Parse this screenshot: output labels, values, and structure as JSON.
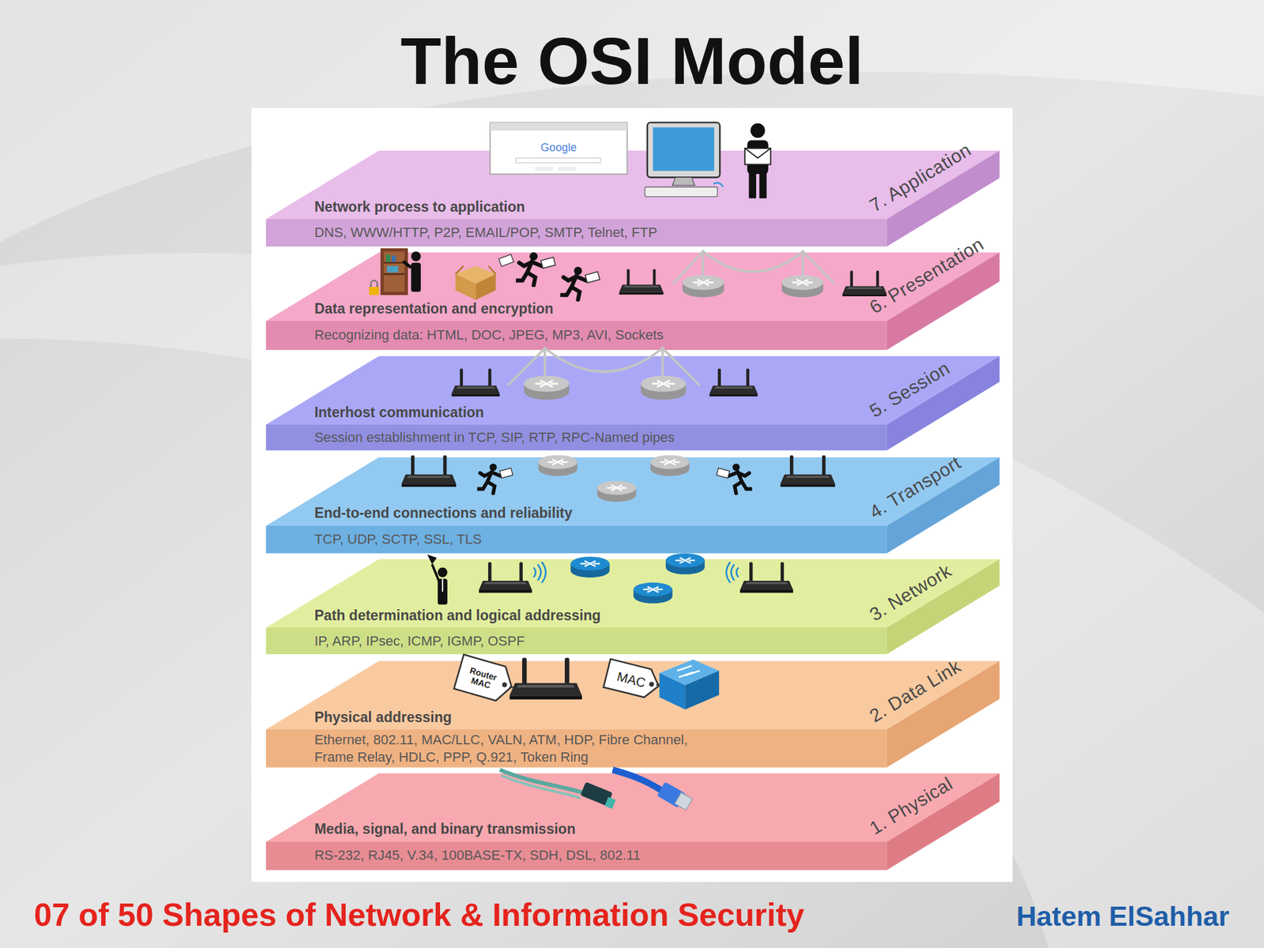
{
  "diagram": {
    "title": "The OSI Model",
    "caption": "07 of 50 Shapes of Network & Information Security",
    "nodes": [
      {
        "text": [
          "Network process to application",
          "DNS, WWW/HTTP, P2P, EMAIL/POP, SMTP, Telnet, FTP",
          "7. Application"
        ]
      },
      {
        "text": [
          "Data representation and encryption",
          "Recognizing data: HTML, DOC, JPEG, MP3, AVI, Sockets",
          "6. Presentation"
        ]
      },
      {
        "text": [
          "Interhost communication",
          "Session establishment in TCP, SIP, RTP, RPC-Named pipes",
          "5. Session"
        ]
      },
      {
        "text": [
          "End-to-end connections and reliability",
          "TCP, UDP, SCTP, SSL, TLS",
          "4. Transport"
        ]
      },
      {
        "text": [
          "Path determination and logical addressing",
          "IP, ARP, IPsec, ICMP, IGMP, OSPF",
          "3. Network"
        ]
      },
      {
        "text": [
          "Physical addressing",
          "Ethernet, 802.11, MAC/LLC, VALN, ATM, HDP, Fibre Channel, Frame Relay, HDLC, PPP, Q.921, Token Ring",
          "2. Data Link"
        ]
      },
      {
        "text": [
          "Media, signal, and binary transmission",
          "RS-232, RJ45, V.34, 100BASE-TX, SDH, DSL, 802.11",
          "1. Physical"
        ]
      }
    ],
    "labels": [
      "Google",
      "Router MAC",
      "MAC",
      "Hatem ElSahhar"
    ]
  }
}
